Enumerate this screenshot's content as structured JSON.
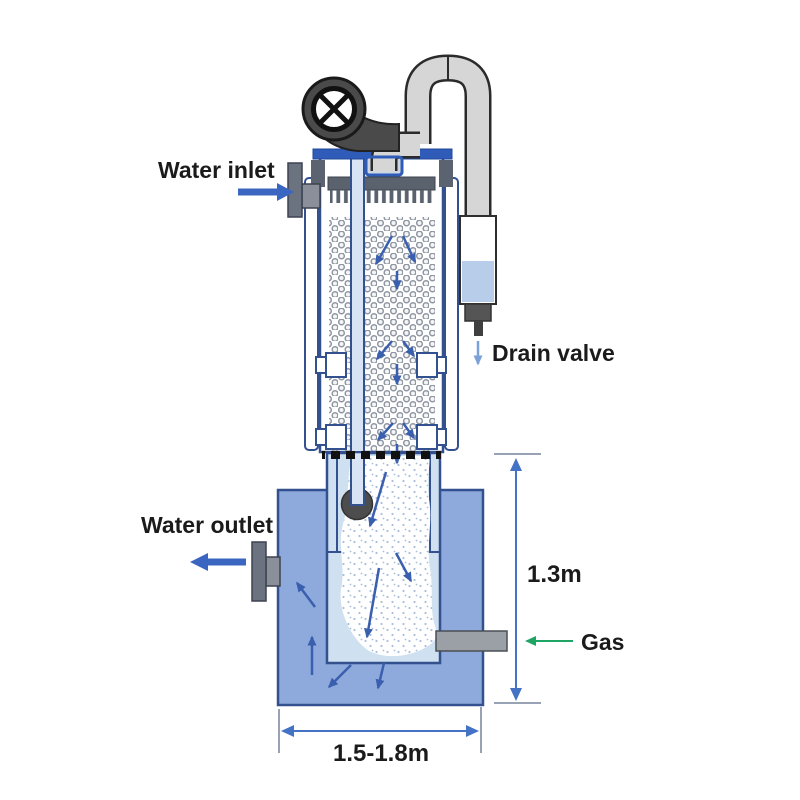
{
  "diagram": {
    "labels": {
      "water_inlet": "Water inlet",
      "drain_valve": "Drain valve",
      "water_outlet": "Water outlet",
      "gas": "Gas"
    },
    "dimensions": {
      "tank_height": "1.3m",
      "tank_width": "1.5-1.8m"
    },
    "icons": {
      "fan_icon": "circle-with-x-fan-blower"
    },
    "colors": {
      "tank_blue": "#8EA9DB",
      "chamber_blue": "#CFE0F0",
      "outline_navy": "#33508F",
      "lid_blue": "#2E5CB8",
      "flow_arrow_blue": "#3A5FAE",
      "label_arrow_blue": "#3A66C2",
      "dimension_blue": "#4472C4",
      "gas_green": "#1EA564",
      "drain_arrow_blue": "#7CA1D8",
      "pipe_gray": "#D6D6D6",
      "blower_gray": "#4A4A4A",
      "liquid_blue": "#B8CDE9",
      "tube_fill": "#D8E3F4",
      "metal_gray": "#6B7280"
    }
  }
}
